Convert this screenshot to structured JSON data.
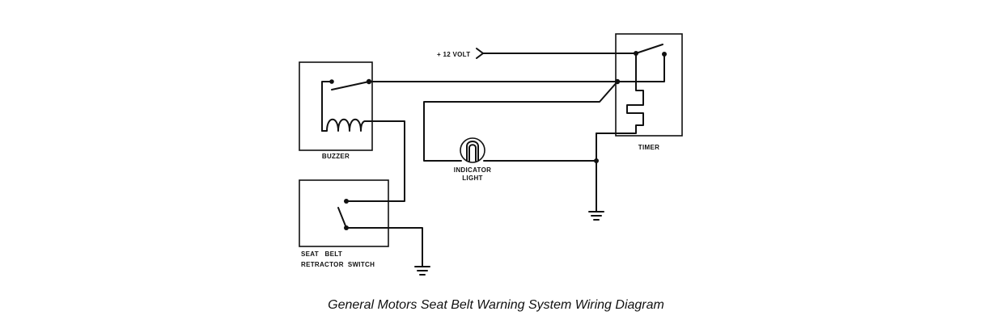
{
  "components": {
    "power": {
      "label": "+ 12 VOLT"
    },
    "buzzer": {
      "label": "BUZZER"
    },
    "timer": {
      "label": "TIMER"
    },
    "indicator_light": {
      "label_line1": "INDICATOR",
      "label_line2": "LIGHT"
    },
    "seat_belt_switch": {
      "label_line1": "SEAT   BELT",
      "label_line2": "RETRACTOR  SWITCH"
    }
  },
  "caption": "General Motors Seat Belt Warning System Wiring Diagram"
}
